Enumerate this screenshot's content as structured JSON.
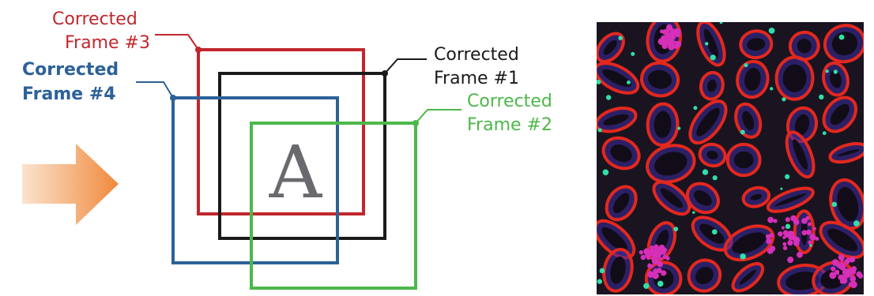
{
  "center_letter": "A",
  "frames": {
    "frame1": {
      "line1": "Corrected",
      "line2": "Frame #1",
      "color": "#1a1a1a"
    },
    "frame2": {
      "line1": "Corrected",
      "line2": "Frame #2",
      "color": "#4cb84a"
    },
    "frame3": {
      "line1": "Corrected",
      "line2": "Frame #3",
      "color": "#c1272d"
    },
    "frame4": {
      "line1": "Corrected",
      "line2": "Frame #4",
      "color": "#2d6198"
    }
  },
  "arrow": {
    "color_start": "#fbe3cf",
    "color_end": "#f08a3c"
  },
  "micrograph": {
    "background": "#1a1420",
    "membrane_color": "#e3281e",
    "nuclei_color": "#3b2a9e",
    "cluster_color": "#d62fb8",
    "marker_color": "#2fe0a8"
  }
}
